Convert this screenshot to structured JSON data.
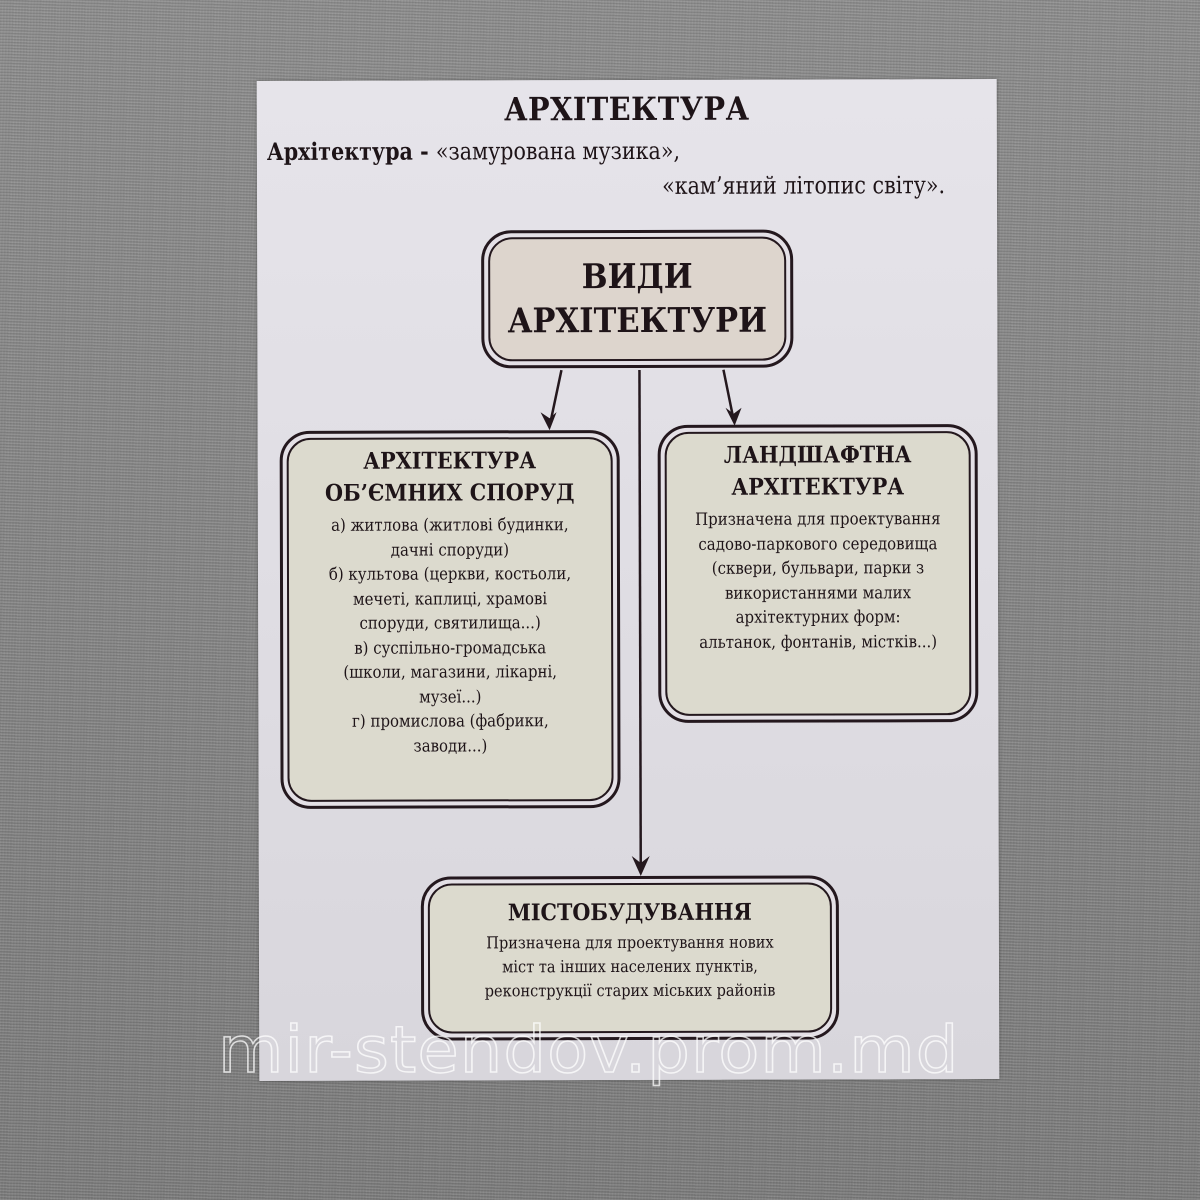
{
  "poster": {
    "title": "АРХІТЕКТУРА",
    "quote": {
      "term": "Архітектура",
      "separator": " - ",
      "line1": "«замурована музика»,",
      "line2": "«кам’яний літопис світу»."
    },
    "main_box": {
      "line1": "ВИДИ",
      "line2": "АРХІТЕКТУРИ"
    },
    "left_box": {
      "heading_line1": "АРХІТЕКТУРА",
      "heading_line2": "ОБ’ЄМНИХ СПОРУД",
      "lines": [
        "а) житлова (житлові будинки,",
        "дачні споруди)",
        "б) культова (церкви, костьоли,",
        "мечеті, каплиці, храмові",
        "споруди, святилища...)",
        "в) суспільно-громадська",
        "(школи, магазини, лікарні,",
        "музеї...)",
        "г) промислова (фабрики,",
        "заводи...)"
      ]
    },
    "right_box": {
      "heading_line1": "ЛАНДШАФТНА",
      "heading_line2": "АРХІТЕКТУРА",
      "lines": [
        "Призначена для проектування",
        "садово-паркового середовища",
        "(сквери, бульвари, парки з",
        "використаннями малих",
        "архітектурних форм:",
        "альтанок, фонтанів, містків...)"
      ]
    },
    "bottom_box": {
      "heading": "МІСТОБУДУВАННЯ",
      "lines": [
        "Призначена для проектування нових",
        "міст та інших населених пунктів,",
        "реконструкції старих міських районів"
      ]
    }
  },
  "watermark": "mir-stendov.prom.md",
  "colors": {
    "ink": "#1e1418",
    "border": "#24181e",
    "poster_bg": "#e2e0e6",
    "box_fill": "#dcdace",
    "main_box_fill": "#ddd5cd",
    "background_fabric": "#8a8a8a"
  }
}
